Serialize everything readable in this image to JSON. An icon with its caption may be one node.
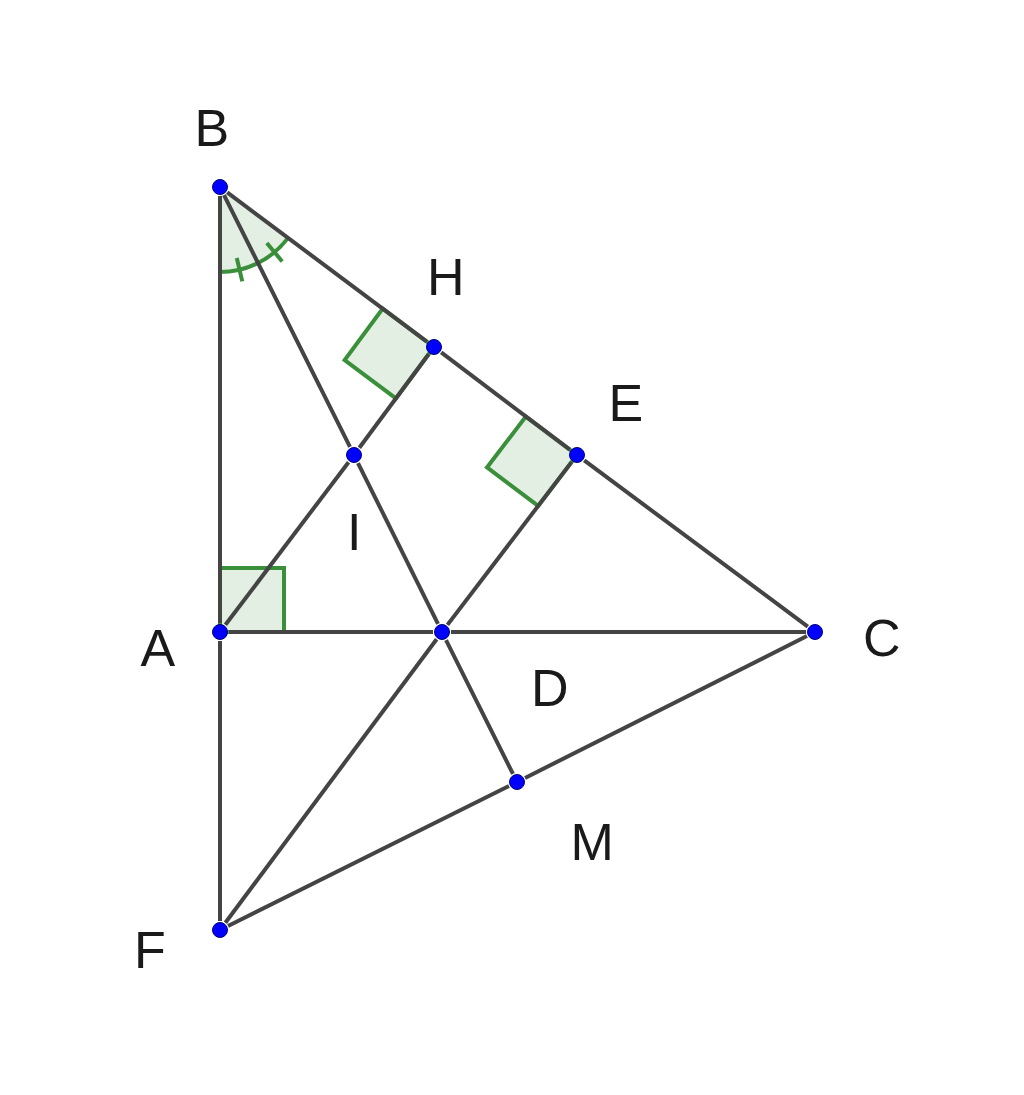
{
  "diagram": {
    "nodes": [
      {
        "text": [
          "B"
        ]
      },
      {
        "text": [
          "H"
        ]
      },
      {
        "text": [
          "E"
        ]
      },
      {
        "text": [
          "I"
        ]
      },
      {
        "text": [
          "A"
        ]
      },
      {
        "text": [
          "D"
        ]
      },
      {
        "text": [
          "C"
        ]
      },
      {
        "text": [
          "M"
        ]
      },
      {
        "text": [
          "F"
        ]
      }
    ],
    "edges": [
      {
        "from": 0,
        "to": 4,
        "arrow": "none"
      },
      {
        "from": 4,
        "to": 8,
        "arrow": "none"
      },
      {
        "from": 0,
        "to": 1,
        "arrow": "none"
      },
      {
        "from": 1,
        "to": 2,
        "arrow": "none"
      },
      {
        "from": 2,
        "to": 6,
        "arrow": "none"
      },
      {
        "from": 0,
        "to": 3,
        "arrow": "none"
      },
      {
        "from": 3,
        "to": 5,
        "arrow": "none"
      },
      {
        "from": 5,
        "to": 7,
        "arrow": "none"
      },
      {
        "from": 4,
        "to": 3,
        "arrow": "none"
      },
      {
        "from": 3,
        "to": 1,
        "arrow": "none"
      },
      {
        "from": 4,
        "to": 5,
        "arrow": "none"
      },
      {
        "from": 5,
        "to": 6,
        "arrow": "none"
      },
      {
        "from": 5,
        "to": 2,
        "arrow": "none"
      },
      {
        "from": 8,
        "to": 5,
        "arrow": "none"
      },
      {
        "from": 8,
        "to": 7,
        "arrow": "none"
      },
      {
        "from": 7,
        "to": 6,
        "arrow": "none"
      }
    ]
  }
}
